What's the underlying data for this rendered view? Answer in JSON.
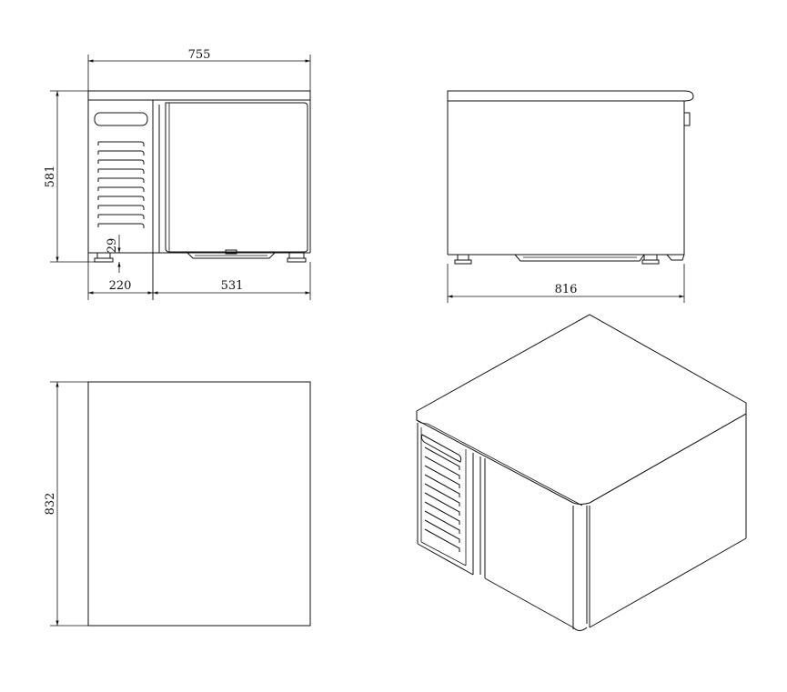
{
  "dimensions": {
    "front_width": "755",
    "height": "581",
    "foot_height": "29",
    "left_section": "220",
    "right_section": "531",
    "side_depth": "816",
    "top_depth": "832"
  },
  "colors": {
    "line": "#111111",
    "background": "#ffffff"
  }
}
